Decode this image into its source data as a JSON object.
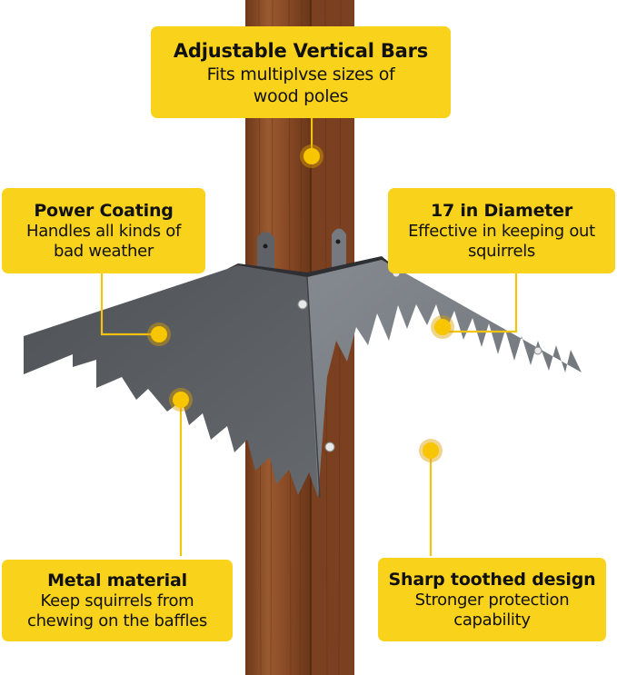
{
  "colors": {
    "callout_bg": "#f8d21b",
    "leader_line": "#f2c40f",
    "baffle_left": "#5d6064",
    "baffle_right": "#7c8187",
    "pole": "#8a4a26",
    "background": "#ffffff"
  },
  "callouts": [
    {
      "id": "top",
      "title": "Adjustable Vertical Bars",
      "desc": "Fits multiplvse sizes of\nwood poles"
    },
    {
      "id": "left-upper",
      "title": "Power Coating",
      "desc": "Handles all kinds of\nbad weather"
    },
    {
      "id": "right-upper",
      "title": "17 in Diameter",
      "desc": "Effective in keeping out\nsquirrels"
    },
    {
      "id": "left-lower",
      "title": "Metal material",
      "desc": "Keep squirrels from\nchewing on the baffles"
    },
    {
      "id": "right-lower",
      "title": "Sharp toothed design",
      "desc": "Stronger protection\ncapability"
    }
  ],
  "product": {
    "name": "squirrel-baffle",
    "icon": "toothed-metal-baffle-on-wood-pole"
  }
}
